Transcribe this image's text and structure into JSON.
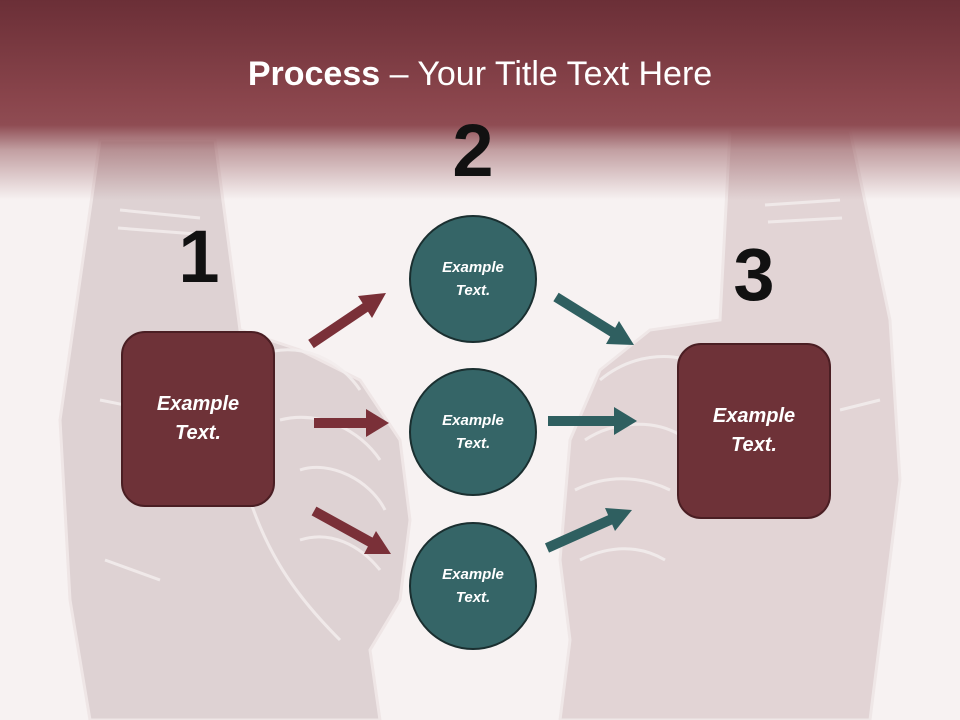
{
  "title": {
    "bold": "Process",
    "rest": " – Your Title Text Here"
  },
  "steps": [
    {
      "number": "1",
      "text_line1": "Example",
      "text_line2": "Text."
    },
    {
      "number": "2",
      "items": [
        {
          "text_line1": "Example",
          "text_line2": "Text."
        },
        {
          "text_line1": "Example",
          "text_line2": "Text."
        },
        {
          "text_line1": "Example",
          "text_line2": "Text."
        }
      ]
    },
    {
      "number": "3",
      "text_line1": "Example",
      "text_line2": "Text."
    }
  ],
  "colors": {
    "header": "#8f4c53",
    "box_fill": "#6e3238",
    "circle_fill": "#356567",
    "arrow_maroon": "#7a3038",
    "arrow_teal": "#2f5f60"
  }
}
